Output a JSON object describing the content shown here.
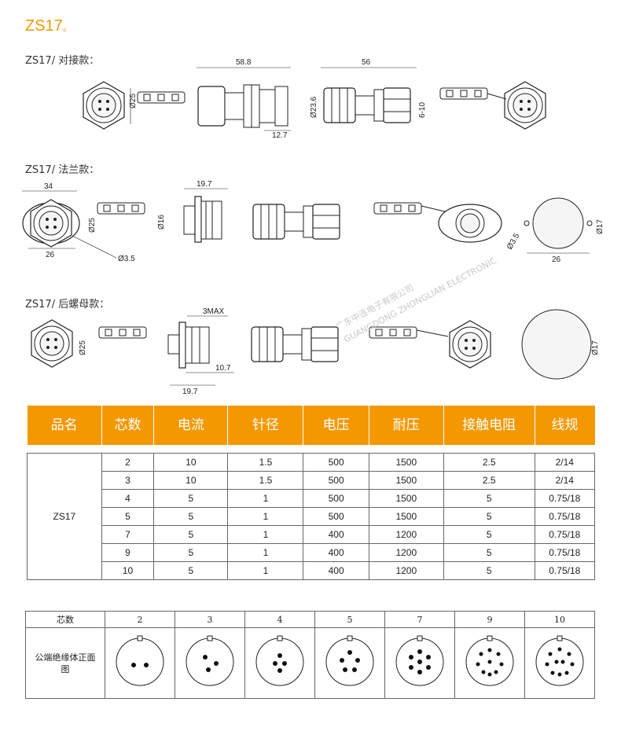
{
  "title": "ZS17",
  "title_suffix": "。",
  "sections": [
    {
      "label": "ZS17/ 对接款：",
      "dims": [
        "58.8",
        "56",
        "Ø25",
        "Ø23.6",
        "6-10",
        "12.7"
      ]
    },
    {
      "label": "ZS17/ 法兰款：",
      "dims": [
        "34",
        "19.7",
        "Ø25",
        "Ø16",
        "26",
        "Ø3.5",
        "Ø3.5",
        "Ø17",
        "26"
      ]
    },
    {
      "label": "ZS17/ 后螺母款：",
      "dims": [
        "3MAX",
        "Ø25",
        "10.7",
        "19.7",
        "Ø17"
      ]
    }
  ],
  "watermark": "广东中连电子有限公司",
  "watermark_en": "GUANGDONG ZHONGLIAN ELECTRONIC",
  "spec_table": {
    "headers": [
      "品名",
      "芯数",
      "电流",
      "针径",
      "电压",
      "耐压",
      "接触电阻",
      "线规"
    ],
    "product": "ZS17",
    "rows": [
      [
        "2",
        "10",
        "1.5",
        "500",
        "1500",
        "2.5",
        "2/14"
      ],
      [
        "3",
        "10",
        "1.5",
        "500",
        "1500",
        "2.5",
        "2/14"
      ],
      [
        "4",
        "5",
        "1",
        "500",
        "1500",
        "5",
        "0.75/18"
      ],
      [
        "5",
        "5",
        "1",
        "500",
        "1500",
        "5",
        "0.75/18"
      ],
      [
        "7",
        "5",
        "1",
        "400",
        "1200",
        "5",
        "0.75/18"
      ],
      [
        "9",
        "5",
        "1",
        "400",
        "1200",
        "5",
        "0.75/18"
      ],
      [
        "10",
        "5",
        "1",
        "400",
        "1200",
        "5",
        "0.75/18"
      ]
    ]
  },
  "pin_table": {
    "header_label": "芯数",
    "row_label": "公端绝缘体正面图",
    "counts": [
      "2",
      "3",
      "4",
      "5",
      "7",
      "9",
      "10"
    ]
  },
  "colors": {
    "accent": "#f39800",
    "header_text": "#ffffff"
  }
}
